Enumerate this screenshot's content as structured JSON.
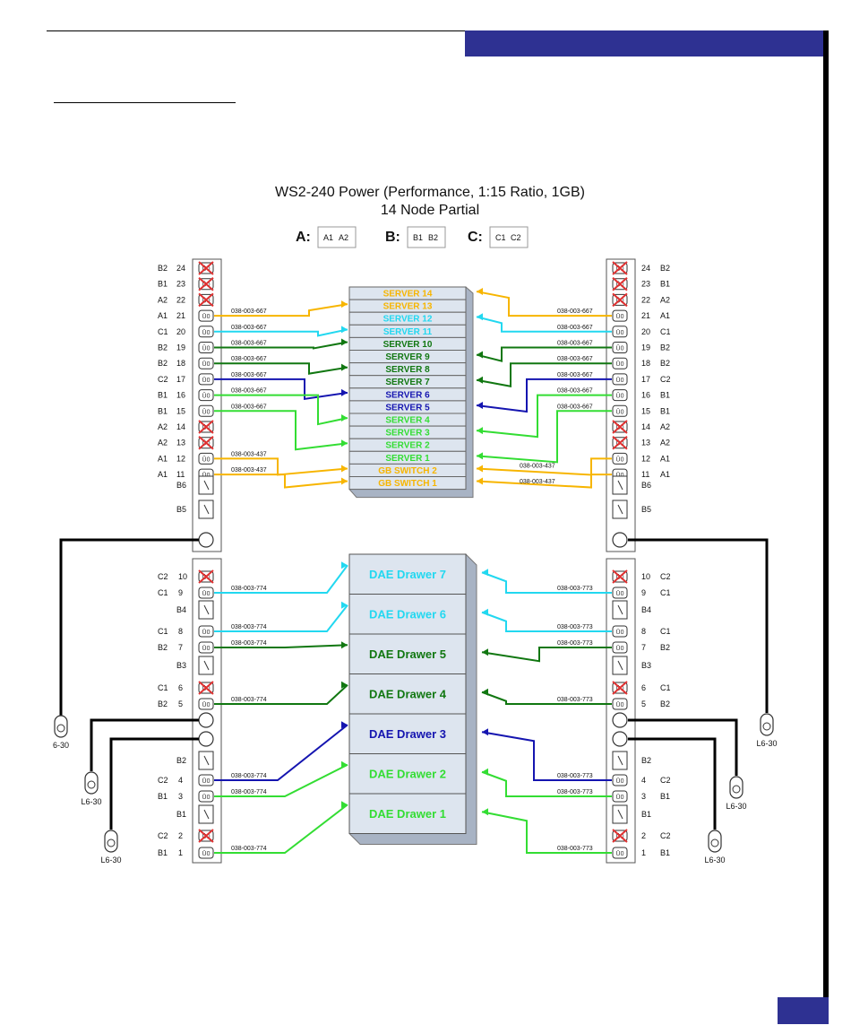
{
  "title_line1": "WS2-240 Power (Performance, 1:15 Ratio, 1GB)",
  "title_line2": "14 Node Partial",
  "legend": [
    {
      "group": "A:",
      "c1": "A1",
      "c2": "A2",
      "color1": "#f7b500",
      "color2": "#f26522"
    },
    {
      "group": "B:",
      "c1": "B1",
      "c2": "B2",
      "color1": "#33dd33",
      "color2": "#117711"
    },
    {
      "group": "C:",
      "c1": "C1",
      "c2": "C2",
      "color1": "#22d8f0",
      "color2": "#1515b0"
    }
  ],
  "colors": {
    "A1": "#f7b500",
    "A2": "#f26522",
    "B1": "#33dd33",
    "B2": "#117711",
    "C1": "#22d8f0",
    "C2": "#1515b0",
    "header": "#2e3192"
  },
  "servers": [
    {
      "label": "SERVER 14",
      "color": "#f7b500"
    },
    {
      "label": "SERVER 13",
      "color": "#f7b500"
    },
    {
      "label": "SERVER 12",
      "color": "#22d8f0"
    },
    {
      "label": "SERVER 11",
      "color": "#22d8f0"
    },
    {
      "label": "SERVER 10",
      "color": "#117711"
    },
    {
      "label": "SERVER 9",
      "color": "#117711"
    },
    {
      "label": "SERVER 8",
      "color": "#117711"
    },
    {
      "label": "SERVER 7",
      "color": "#117711"
    },
    {
      "label": "SERVER 6",
      "color": "#1515b0"
    },
    {
      "label": "SERVER 5",
      "color": "#1515b0"
    },
    {
      "label": "SERVER 4",
      "color": "#33dd33"
    },
    {
      "label": "SERVER 3",
      "color": "#33dd33"
    },
    {
      "label": "SERVER 2",
      "color": "#33dd33"
    },
    {
      "label": "SERVER 1",
      "color": "#33dd33"
    },
    {
      "label": "GB SWITCH 2",
      "color": "#f7b500"
    },
    {
      "label": "GB SWITCH 1",
      "color": "#f7b500"
    }
  ],
  "drawers": [
    {
      "label": "DAE Drawer 7",
      "color": "#22d8f0"
    },
    {
      "label": "DAE Drawer 6",
      "color": "#22d8f0"
    },
    {
      "label": "DAE Drawer 5",
      "color": "#117711"
    },
    {
      "label": "DAE Drawer 4",
      "color": "#117711"
    },
    {
      "label": "DAE Drawer 3",
      "color": "#1515b0"
    },
    {
      "label": "DAE Drawer 2",
      "color": "#33dd33"
    },
    {
      "label": "DAE Drawer 1",
      "color": "#33dd33"
    }
  ],
  "upper_pdu": [
    {
      "num": "24",
      "phase": "B2",
      "used": false
    },
    {
      "num": "23",
      "phase": "B1",
      "used": false
    },
    {
      "num": "22",
      "phase": "A2",
      "used": false
    },
    {
      "num": "21",
      "phase": "A1",
      "used": true,
      "cableL": "038-003-667",
      "cableR": "038-003-667"
    },
    {
      "num": "20",
      "phase": "C1",
      "used": true,
      "cableL": "038-003-667",
      "cableR": "038-003-667"
    },
    {
      "num": "19",
      "phase": "B2",
      "used": true,
      "cableL": "038-003-667",
      "cableR": "038-003-667"
    },
    {
      "num": "18",
      "phase": "B2",
      "used": true,
      "cableL": "038-003-667",
      "cableR": "038-003-667"
    },
    {
      "num": "17",
      "phase": "C2",
      "used": true,
      "cableL": "038-003-667",
      "cableR": "038-003-667"
    },
    {
      "num": "16",
      "phase": "B1",
      "used": true,
      "cableL": "038-003-667",
      "cableR": "038-003-667"
    },
    {
      "num": "15",
      "phase": "B1",
      "used": true,
      "cableL": "038-003-667",
      "cableR": "038-003-667"
    },
    {
      "num": "14",
      "phase": "A2",
      "used": false
    },
    {
      "num": "13",
      "phase": "A2",
      "used": false
    },
    {
      "num": "12",
      "phase": "A1",
      "used": true,
      "cableL": "038-003-437",
      "cableR": ""
    },
    {
      "num": "11",
      "phase": "A1",
      "used": true,
      "cableL": "038-003-437",
      "cableR": ""
    }
  ],
  "upper_switches": [
    "B6",
    "B5"
  ],
  "lower_pdu": [
    {
      "num": "10",
      "phase": "C2",
      "kind": "outlet",
      "used": false
    },
    {
      "num": "9",
      "phase": "C1",
      "kind": "outlet",
      "used": true,
      "cableL": "038-003-774",
      "cableR": "038-003-773"
    },
    {
      "num": "",
      "phase": "B4",
      "kind": "switch"
    },
    {
      "num": "8",
      "phase": "C1",
      "kind": "outlet",
      "used": true,
      "cableL": "038-003-774",
      "cableR": "038-003-773"
    },
    {
      "num": "7",
      "phase": "B2",
      "kind": "outlet",
      "used": true,
      "cableL": "038-003-774",
      "cableR": "038-003-773"
    },
    {
      "num": "",
      "phase": "B3",
      "kind": "switch"
    },
    {
      "num": "6",
      "phase": "C1",
      "kind": "outlet",
      "used": false
    },
    {
      "num": "5",
      "phase": "B2",
      "kind": "outlet",
      "used": true,
      "cableL": "038-003-774",
      "cableR": "038-003-773"
    },
    {
      "num": "",
      "phase": "",
      "kind": "inlet"
    },
    {
      "num": "",
      "phase": "",
      "kind": "inlet"
    },
    {
      "num": "",
      "phase": "B2",
      "kind": "switch"
    },
    {
      "num": "4",
      "phase": "C2",
      "kind": "outlet",
      "used": true,
      "cableL": "038-003-774",
      "cableR": "038-003-773"
    },
    {
      "num": "3",
      "phase": "B1",
      "kind": "outlet",
      "used": true,
      "cableL": "038-003-774",
      "cableR": "038-003-773"
    },
    {
      "num": "",
      "phase": "B1",
      "kind": "switch"
    },
    {
      "num": "2",
      "phase": "C2",
      "kind": "outlet",
      "used": false
    },
    {
      "num": "1",
      "phase": "B1",
      "kind": "outlet",
      "used": true,
      "cableL": "038-003-774",
      "cableR": "038-003-773"
    }
  ],
  "switch_cables_right": [
    "038-003-437",
    "038-003-437"
  ],
  "plug_label": "L6-30",
  "plug_label_cut": "6-30"
}
